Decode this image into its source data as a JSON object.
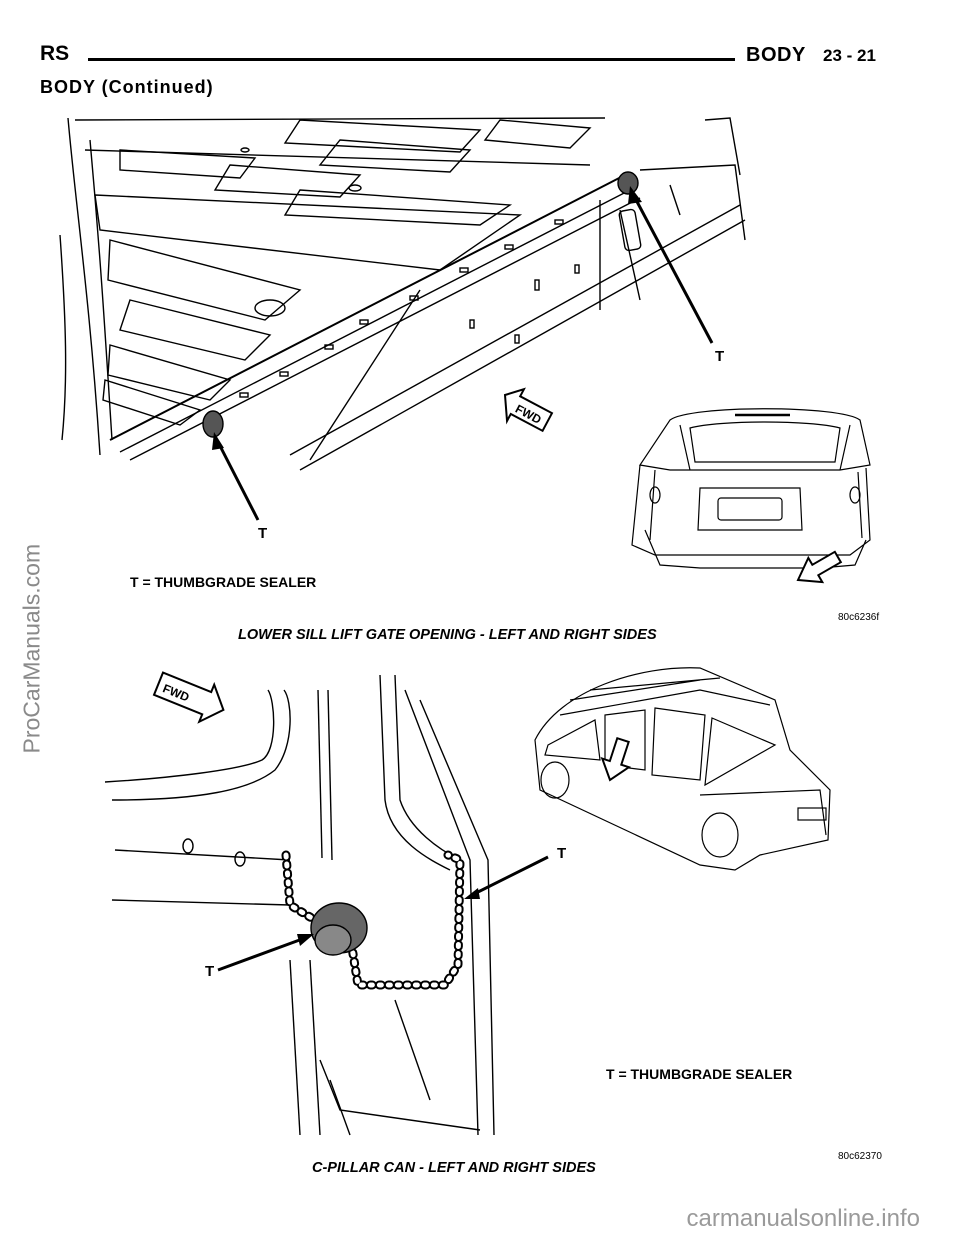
{
  "header": {
    "left": "RS",
    "section": "BODY",
    "page": "23 - 21"
  },
  "subheader": "BODY (Continued)",
  "figure1": {
    "legend": "T = THUMBGRADE SEALER",
    "caption": "LOWER SILL LIFT GATE OPENING - LEFT AND RIGHT SIDES",
    "figure_id": "80c6236f",
    "callout": "T",
    "fwd": "FWD"
  },
  "figure2": {
    "legend": "T = THUMBGRADE SEALER",
    "caption": "C-PILLAR CAN - LEFT AND RIGHT SIDES",
    "figure_id": "80c62370",
    "callout": "T",
    "fwd": "FWD"
  },
  "watermarks": {
    "left": "ProCarManuals.com",
    "bottom": "carmanualsonline.info"
  }
}
